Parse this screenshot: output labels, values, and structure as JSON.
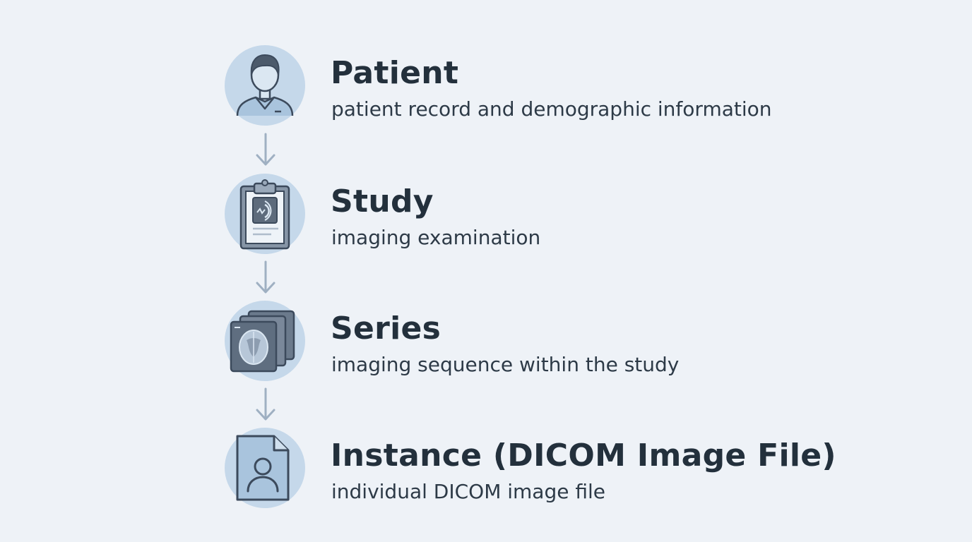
{
  "colors": {
    "background": "#eef2f7",
    "icon_circle": "#c5d8ea",
    "icon_stroke": "#3c4a5c",
    "arrow": "#9fb0c2",
    "text": "#23303c"
  },
  "levels": [
    {
      "title": "Patient",
      "description": "patient record and demographic information",
      "icon": "person-icon"
    },
    {
      "title": "Study",
      "description": "imaging examination",
      "icon": "clipboard-icon"
    },
    {
      "title": "Series",
      "description": "imaging sequence within the study",
      "icon": "image-stack-icon"
    },
    {
      "title": "Instance (DICOM Image File)",
      "description": "individual DICOM image file",
      "icon": "image-file-icon"
    }
  ],
  "connectors": [
    {
      "from": "Patient",
      "to": "Study",
      "icon": "arrow-down-icon"
    },
    {
      "from": "Study",
      "to": "Series",
      "icon": "arrow-down-icon"
    },
    {
      "from": "Series",
      "to": "Instance (DICOM Image File)",
      "icon": "arrow-down-icon"
    }
  ]
}
